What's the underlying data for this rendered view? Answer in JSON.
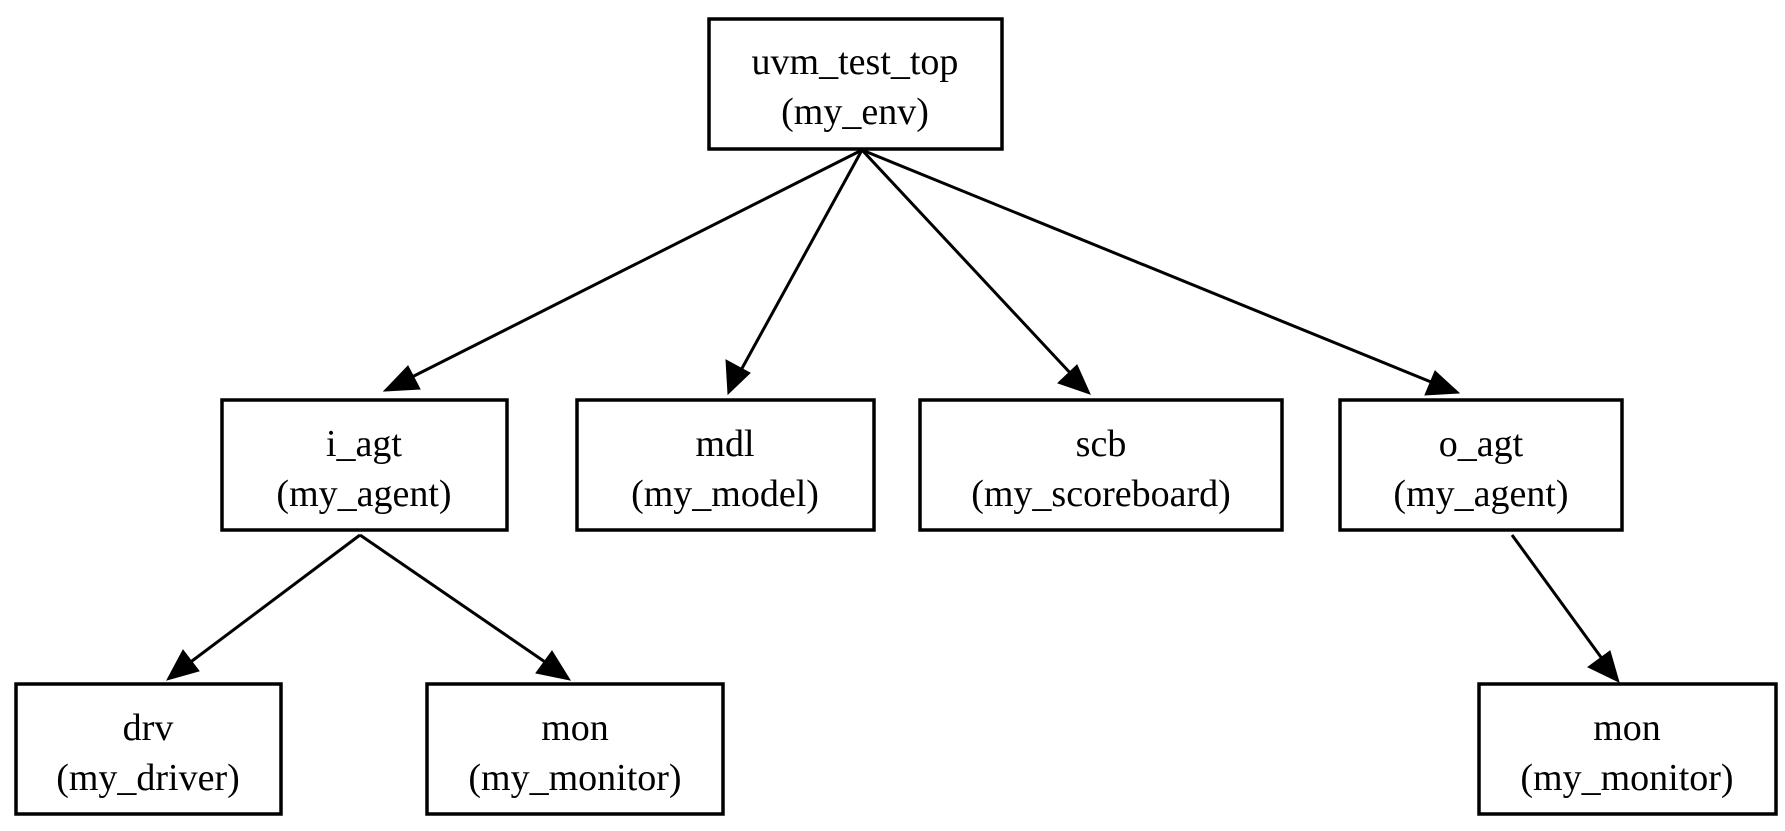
{
  "tree": {
    "root": {
      "name": "uvm_test_top",
      "type": "(my_env)"
    },
    "env_children": [
      {
        "name": "i_agt",
        "type": "(my_agent)"
      },
      {
        "name": "mdl",
        "type": "(my_model)"
      },
      {
        "name": "scb",
        "type": "(my_scoreboard)"
      },
      {
        "name": "o_agt",
        "type": "(my_agent)"
      }
    ],
    "i_agt_children": [
      {
        "name": "drv",
        "type": "(my_driver)"
      },
      {
        "name": "mon",
        "type": "(my_monitor)"
      }
    ],
    "o_agt_children": [
      {
        "name": "mon",
        "type": "(my_monitor)"
      }
    ]
  },
  "colors": {
    "stroke": "#000000",
    "background": "#ffffff"
  }
}
